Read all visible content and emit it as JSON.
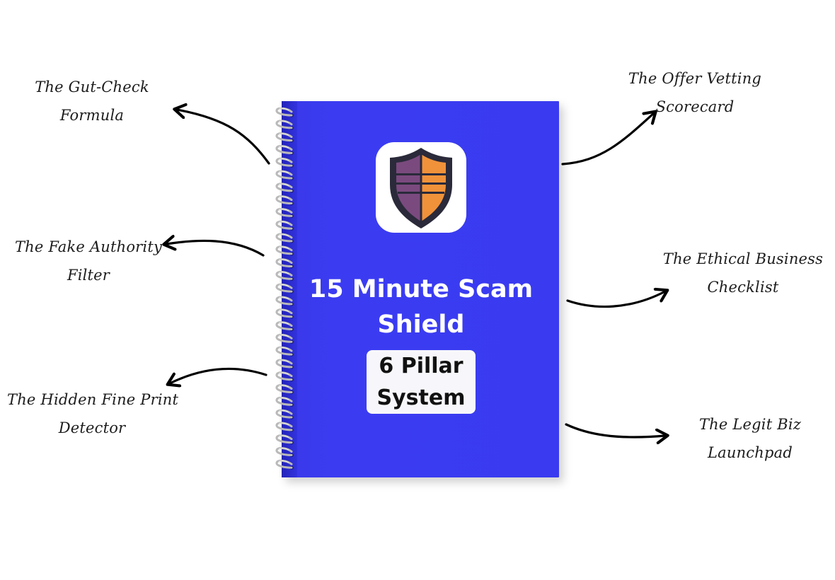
{
  "book": {
    "title_line1": "15 Minute Scam",
    "title_line2": "Shield",
    "badge_line1": "6 Pillar",
    "badge_line2": "System",
    "cover_color": "#3b3cf2",
    "shield_colors": [
      "#7a4a7e",
      "#f0923a",
      "#2a2a3a"
    ],
    "logo_icon": "shield-icon"
  },
  "pillars": {
    "left": [
      {
        "line1": "The Gut-Check",
        "line2": "Formula"
      },
      {
        "line1": "The Fake Authority",
        "line2": "Filter"
      },
      {
        "line1": "The Hidden Fine Print",
        "line2": "Detector"
      }
    ],
    "right": [
      {
        "line1": "The Offer Vetting",
        "line2": "Scorecard"
      },
      {
        "line1": "The Ethical Business",
        "line2": "Checklist"
      },
      {
        "line1": "The Legit Biz",
        "line2": "Launchpad"
      }
    ]
  }
}
